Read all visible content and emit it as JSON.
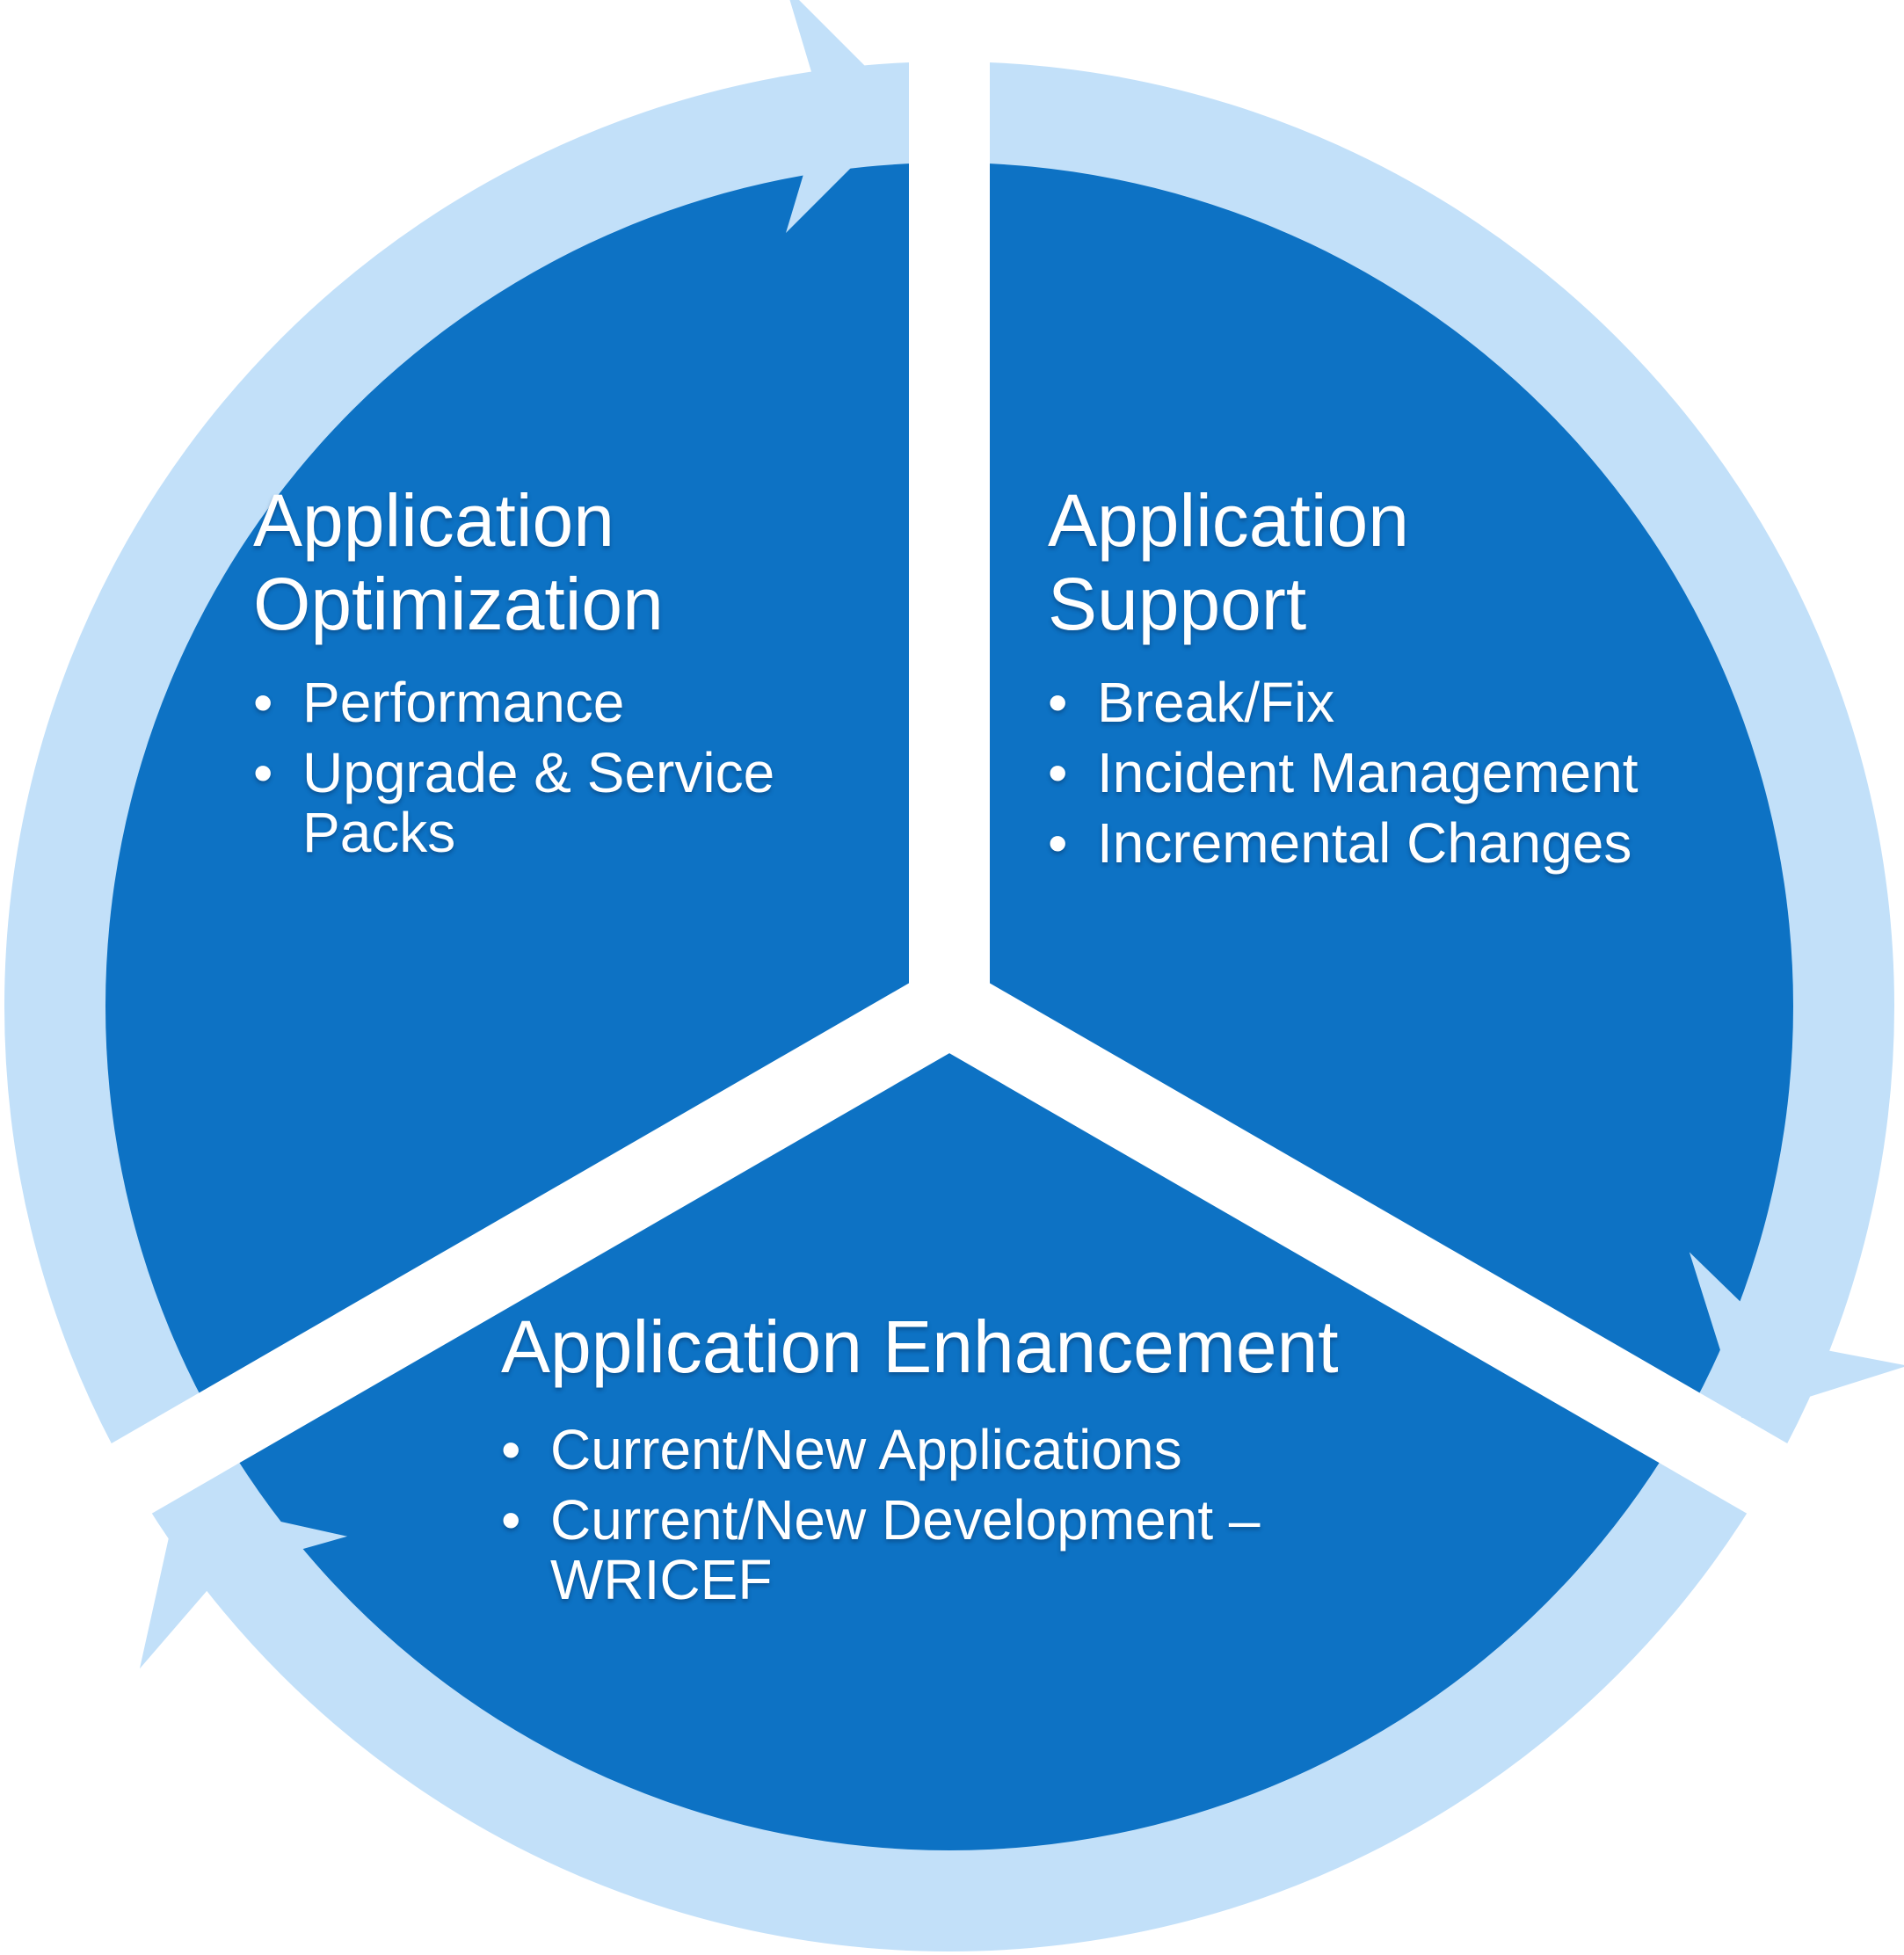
{
  "bullet_char": "•",
  "colors": {
    "segment": "#0D72C4",
    "ring": "#C2E0F9",
    "divider": "#FFFFFF",
    "text": "#FFFFFF"
  },
  "segments": [
    {
      "heading": "Application Optimization",
      "bullets": [
        "Performance",
        "Upgrade & Service Packs"
      ]
    },
    {
      "heading": "Application Support",
      "bullets": [
        "Break/Fix",
        "Incident Management",
        "Incremental Changes"
      ]
    },
    {
      "heading": "Application Enhancement",
      "bullets": [
        "Current/New Applications",
        "Current/New Development – WRICEF"
      ]
    }
  ]
}
